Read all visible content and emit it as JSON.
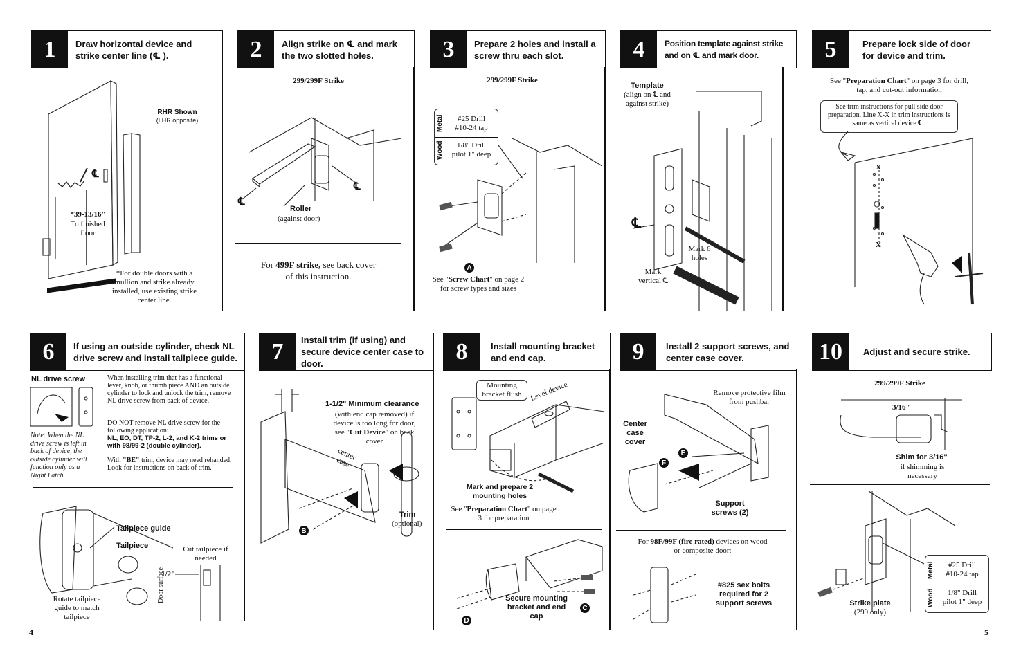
{
  "steps": [
    {
      "num": "1",
      "title": "Draw horizontal device and strike center line (℄ )."
    },
    {
      "num": "2",
      "title": "Align strike on ℄ and mark the two slotted holes."
    },
    {
      "num": "3",
      "title": "Prepare 2 holes and install a screw thru each slot."
    },
    {
      "num": "4",
      "title": "Position template against strike and on ℄ and mark door."
    },
    {
      "num": "5",
      "title": "Prepare lock side of door for device and trim."
    },
    {
      "num": "6",
      "title": "If using an outside cylinder, check NL drive screw and install tailpiece guide."
    },
    {
      "num": "7",
      "title": "Install trim (if using) and secure device center case to door."
    },
    {
      "num": "8",
      "title": "Install mounting bracket and end cap."
    },
    {
      "num": "9",
      "title": "Install 2 support screws, and center case cover."
    },
    {
      "num": "10",
      "title": "Adjust and secure strike."
    }
  ],
  "s1": {
    "rhr": "RHR Shown",
    "lhr": "(LHR opposite)",
    "cl": "℄",
    "dim": "*39-13/16\"",
    "dim2": "To finished floor",
    "note": "*For double doors with a mullion and strike already installed, use existing strike center line."
  },
  "s2": {
    "strike": "299/299F Strike",
    "cl1": "℄",
    "cl2": "℄",
    "roller": "Roller",
    "roller2": "(against door)",
    "for": "For ",
    "forb": "499F strike,",
    "for2": " see back cover of this instruction."
  },
  "s3": {
    "strike": "299/299F Strike",
    "metal": "Metal",
    "metal_spec": "#25 Drill\n#10-24 tap",
    "wood": "Wood",
    "wood_spec": "1/8\" Drill\npilot 1\" deep",
    "callout": "A",
    "see": "See \"",
    "seeb": "Screw Chart",
    "see2": "\" on page 2 for screw types and sizes"
  },
  "s4": {
    "template": "Template",
    "template2": "(align on ℄ and against strike)",
    "cl": "℄",
    "mark6": "Mark 6 holes",
    "markv": "Mark vertical ℄"
  },
  "s5": {
    "see": "See \"",
    "seeb": "Preparation Chart",
    "see2": "\" on page 3 for drill, tap, and cut-out information",
    "box": "See trim instructions for pull side door preparation. Line X-X in trim instructions is same as vertical device ℄ .",
    "x1": "X",
    "x2": "X"
  },
  "s6": {
    "nl": "NL drive screw",
    "note": "Note: When the NL drive screw is left in back of device, the outside cylinder will function only as a Night Latch.",
    "p1": "When installing trim that has a functional lever, knob, or thumb piece AND an outside cylinder to lock and unlock the trim, remove NL drive screw from back of device.",
    "p2": "DO NOT remove NL drive screw for the following application:",
    "p2b": "NL, EO, DT, TP-2, L-2, and K-2 trims or with 98/99-2 (double cylinder).",
    "p3a": "With ",
    "p3b": "\"BE\"",
    "p3c": " trim, device may need rehanded. Look for instructions on back of trim.",
    "guide": "Tailpiece guide",
    "tail": "Tailpiece",
    "rotate": "Rotate tailpiece guide to match tailpiece",
    "cut": "Cut tailpiece if needed",
    "half": "1/2\"",
    "door": "Door surface"
  },
  "s7": {
    "clear": "1-1/2\" Minimum clearance",
    "clear2": "(with end cap removed) if device is too long for door, see \"",
    "clearb": "Cut Device",
    "clear3": "\" on back cover",
    "center": "center case",
    "trim": "Trim",
    "trim2": "(optional)",
    "callout": "B"
  },
  "s8": {
    "bracket": "Mounting bracket flush",
    "level": "Level device",
    "mark": "Mark and prepare 2 mounting holes",
    "see": "See \"",
    "seeb": "Preparation Chart",
    "see2": "\" on page 3 for preparation",
    "secure": "Secure mounting bracket and end cap",
    "c": "C",
    "d": "D"
  },
  "s9": {
    "film": "Remove protective film from pushbar",
    "cover": "Center case cover",
    "support": "Support screws (2)",
    "e": "E",
    "f": "F",
    "fire": "For ",
    "fireb": "98F/99F (fire rated)",
    "fire2": " devices on wood or composite door:",
    "bolts": "#825 sex bolts required for 2 support screws"
  },
  "s10": {
    "strike": "299/299F Strike",
    "dim": "3/16\"",
    "shim": "Shim for 3/16\"",
    "shim2": "if shimming is necessary",
    "metal": "Metal",
    "metal_spec": "#25 Drill\n#10-24 tap",
    "wood": "Wood",
    "wood_spec": "1/8\" Drill\npilot 1\" deep",
    "plate": "Strike plate",
    "plate2": "(299 only)"
  },
  "pages": {
    "left": "4",
    "right": "5"
  }
}
